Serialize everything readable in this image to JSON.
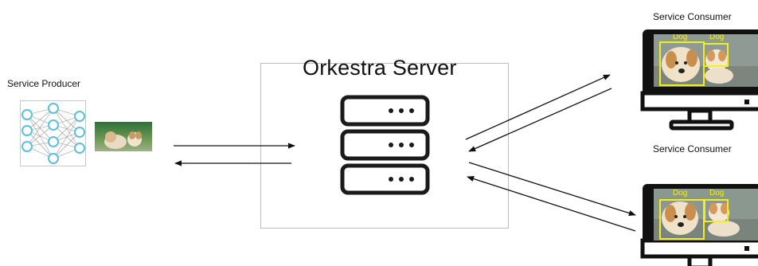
{
  "producer": {
    "label": "Service Producer"
  },
  "server": {
    "title": "Orkestra Server"
  },
  "consumers": [
    {
      "label": "Service Consumer",
      "detections": [
        "Dog",
        "Dog"
      ]
    },
    {
      "label": "Service Consumer",
      "detections": [
        "Dog",
        "Dog"
      ]
    }
  ],
  "colors": {
    "neuron": "#5bc0de",
    "detection_box": "#f3ee1d",
    "monitor": "#111111",
    "server_icon": "#1a1a1a"
  }
}
